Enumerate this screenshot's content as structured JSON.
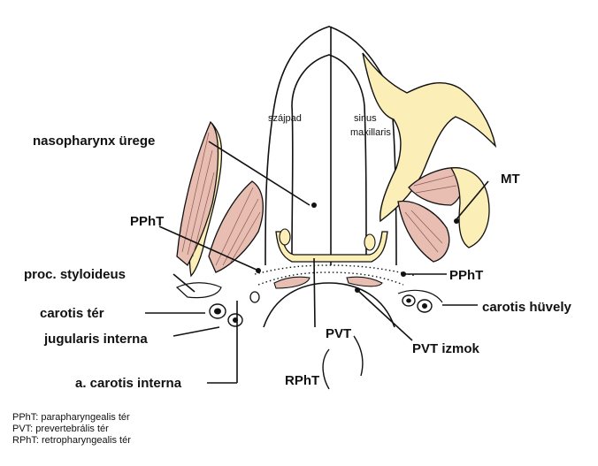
{
  "labels": {
    "szajpad": "szájpad",
    "sinus_line1": "sinus",
    "sinus_line2": "maxillaris",
    "nasopharynx": "nasopharynx ürege",
    "ppht_left": "PPhT",
    "ppht_right": "PPhT",
    "mt": "MT",
    "proc_styloideus": "proc. styloideus",
    "carotis_ter": "carotis tér",
    "jugularis_interna": "jugularis interna",
    "a_carotis_interna": "a. carotis interna",
    "carotis_huvely": "carotis hüvely",
    "pvt": "PVT",
    "pvt_izmok": "PVT izmok",
    "rpht": "RPhT"
  },
  "legend": [
    "PPhT: parapharyngealis tér",
    "PVT: prevertebrális tér",
    "RPhT: retropharyngealis tér"
  ],
  "colors": {
    "bone": "#fbeeb6",
    "muscle": "#e8bdb2",
    "line": "#111111"
  }
}
